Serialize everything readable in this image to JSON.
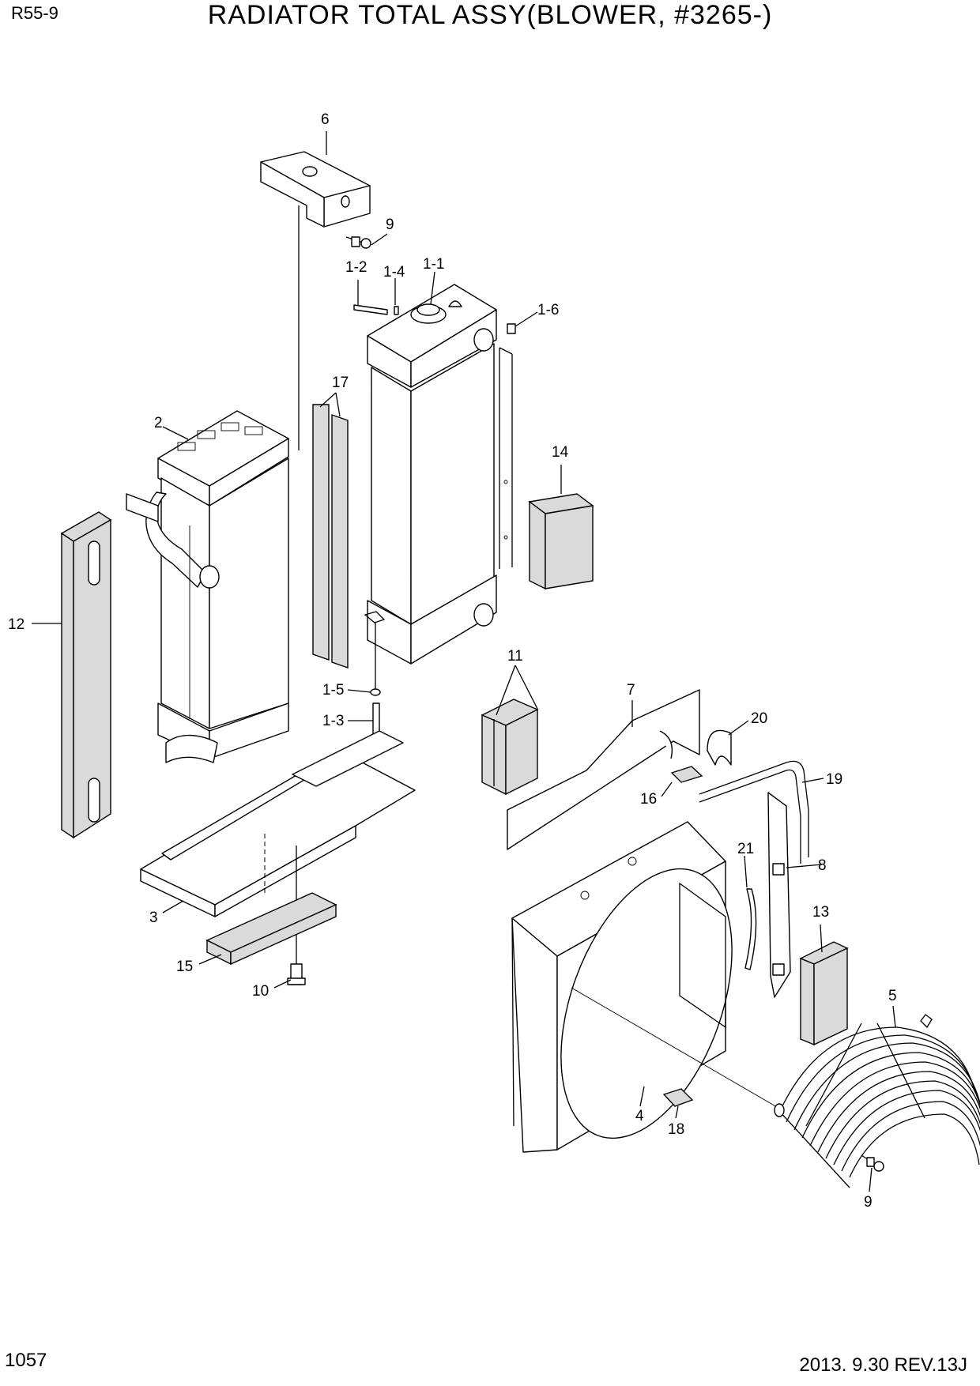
{
  "header": {
    "model": "R55-9",
    "title": "RADIATOR TOTAL ASSY(BLOWER, #3265-)"
  },
  "footer": {
    "page_number": "1057",
    "revision": "2013. 9.30 REV.13J"
  },
  "callouts": {
    "p6": "6",
    "p9a": "9",
    "p1_2": "1-2",
    "p1_4": "1-4",
    "p1_1": "1-1",
    "p1_6": "1-6",
    "p17": "17",
    "p2": "2",
    "p14": "14",
    "p12": "12",
    "p11": "11",
    "p7": "7",
    "p1_5": "1-5",
    "p1_3": "1-3",
    "p20": "20",
    "p19": "19",
    "p16": "16",
    "p21": "21",
    "p8": "8",
    "p3": "3",
    "p13": "13",
    "p15": "15",
    "p10": "10",
    "p5": "5",
    "p4": "4",
    "p18": "18",
    "p9b": "9"
  }
}
